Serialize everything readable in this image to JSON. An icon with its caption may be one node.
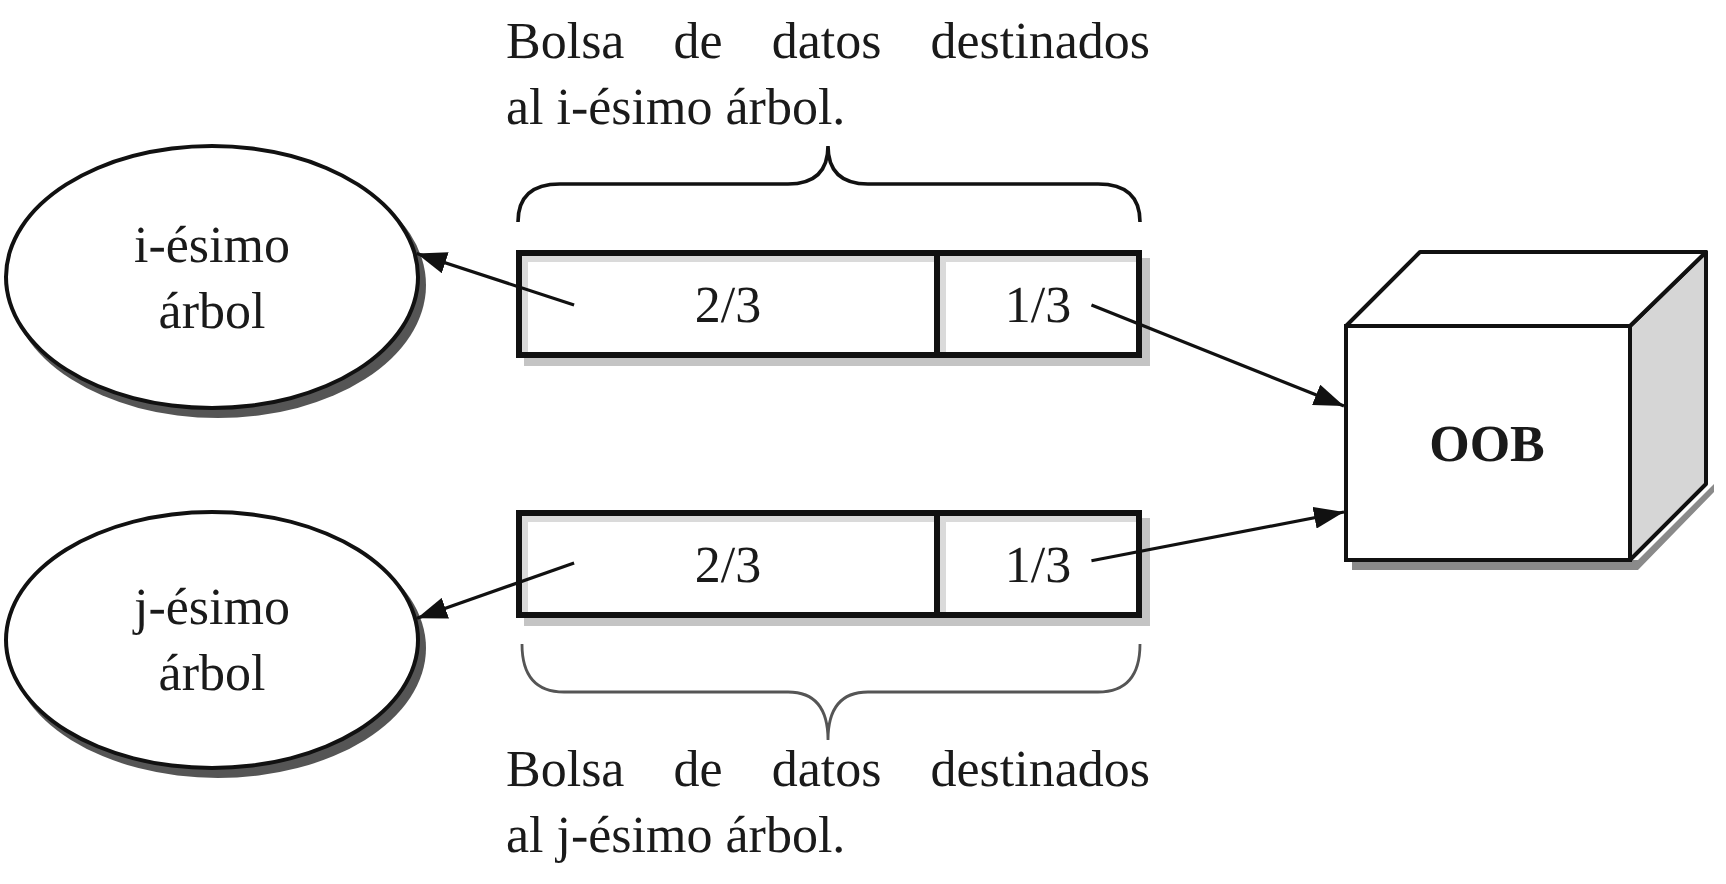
{
  "diagram": {
    "nodes": [
      {
        "text": [
          "i-ésimo árbol"
        ]
      },
      {
        "text": [
          "2/3"
        ]
      },
      {
        "text": [
          "1/3"
        ]
      },
      {
        "text": [
          "OOB"
        ]
      },
      {
        "text": [
          "j-ésimo árbol"
        ]
      },
      {
        "text": [
          "2/3"
        ]
      },
      {
        "text": [
          "1/3"
        ]
      }
    ],
    "edges": [
      {
        "from": 1,
        "to": 0,
        "arrow": "to"
      },
      {
        "from": 2,
        "to": 3,
        "arrow": "to"
      },
      {
        "from": 5,
        "to": 4,
        "arrow": "to"
      },
      {
        "from": 6,
        "to": 3,
        "arrow": "to"
      }
    ],
    "labels": [
      "Bolsa de datos destinados al i-ésimo árbol.",
      "Bolsa de datos destinados al j-ésimo árbol."
    ]
  }
}
